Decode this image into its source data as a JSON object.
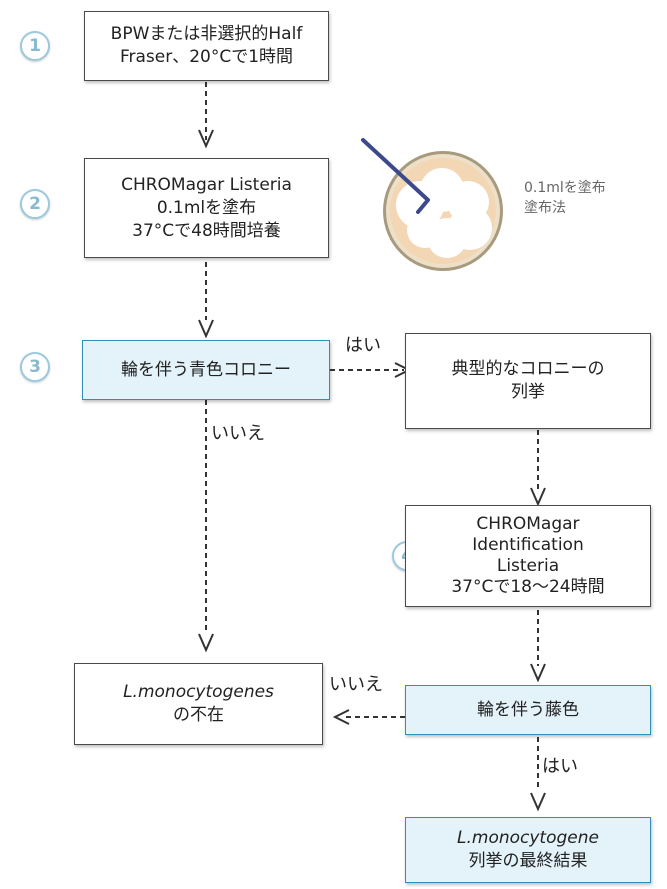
{
  "steps": [
    "1",
    "2",
    "3",
    "4"
  ],
  "boxes": {
    "enrich": {
      "line1": "BPWまたは非選択的Half",
      "line2": "Fraser、20°Cで1時間"
    },
    "chromagar": {
      "line1": "CHROMagar Listeria",
      "line2": "0.1mlを塗布",
      "line3": "37°Cで48時間培養"
    },
    "blue_colony": {
      "line1": "輪を伴う青色コロニー"
    },
    "typical": {
      "line1": "典型的なコロニーの",
      "line2": "列挙"
    },
    "identification": {
      "line1": "CHROMagar",
      "line2": "Identification",
      "line3": "Listeria",
      "line4": "37°Cで18～24時間"
    },
    "absent": {
      "line1": "L.monocytogenes",
      "line2": "の不在"
    },
    "purple": {
      "line1": "輪を伴う藤色"
    },
    "final": {
      "line1": "L.monocytogene",
      "line2": "列挙の最終結果"
    }
  },
  "labels": {
    "yes1": "はい",
    "no1": "いいえ",
    "no2": "いいえ",
    "yes2": "はい"
  },
  "plate": {
    "line1": "0.1mlを塗布",
    "line2": "塗布法"
  },
  "colors": {
    "blue_fill": "#e4f3fa",
    "blue_border": "#2f8fb6",
    "step_circle": "#9cc9dd",
    "spreader": "#3c4a8c",
    "plate_agar": "#f3d7b5"
  }
}
